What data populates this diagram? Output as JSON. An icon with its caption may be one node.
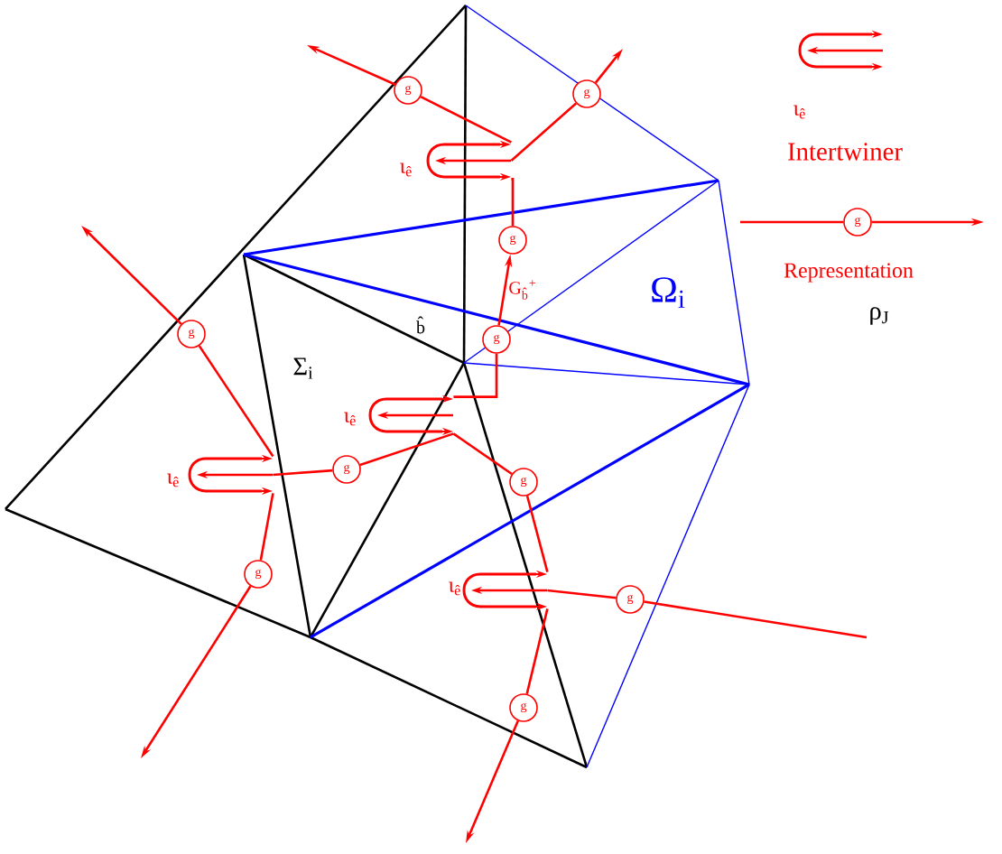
{
  "diagram": {
    "nodes": [
      {
        "text": [
          "g"
        ]
      },
      {
        "text": [
          "g"
        ]
      },
      {
        "text": [],
        "shape": "hook",
        "beside": [
          "ι$_{ê}$",
          "Intertwiner"
        ]
      },
      {
        "text": [],
        "shape": "hook",
        "beside": [
          "ι$_{ê}$"
        ]
      },
      {
        "text": [
          "g"
        ],
        "beside": [
          "Representation",
          "ρ$_{J}$"
        ]
      },
      {
        "text": [
          "g"
        ]
      },
      {
        "text": [
          "g"
        ]
      },
      {
        "text": [
          "g"
        ]
      },
      {
        "text": [],
        "shape": "hook",
        "beside": [
          "ι$_{ê}$"
        ]
      },
      {
        "text": [
          "g"
        ]
      },
      {
        "text": [],
        "shape": "hook",
        "beside": [
          "ι$_{ê}$"
        ]
      },
      {
        "text": [
          "g"
        ]
      },
      {
        "text": [
          "g"
        ]
      },
      {
        "text": [],
        "shape": "hook",
        "beside": [
          "ι$_{ê}$"
        ]
      },
      {
        "text": [
          "g"
        ]
      },
      {
        "text": [
          "g"
        ]
      }
    ],
    "edges": [
      {
        "from": 0,
        "to": null,
        "arrow": "to"
      },
      {
        "from": 3,
        "to": 0,
        "arrow": "none"
      },
      {
        "from": 3,
        "to": 1,
        "arrow": "none"
      },
      {
        "from": 1,
        "to": null,
        "arrow": "to"
      },
      {
        "from": 3,
        "to": 5,
        "arrow": "none"
      },
      {
        "from": 7,
        "to": 5,
        "arrow": "to",
        "label": "G$_{b̂}$$^{+}$"
      },
      {
        "from": 7,
        "to": 8,
        "arrow": "none"
      },
      {
        "from": 8,
        "to": 9,
        "arrow": "none"
      },
      {
        "from": 9,
        "to": 10,
        "arrow": "none"
      },
      {
        "from": 6,
        "to": null,
        "arrow": "to"
      },
      {
        "from": 6,
        "to": 10,
        "arrow": "none"
      },
      {
        "from": 10,
        "to": 12,
        "arrow": "none"
      },
      {
        "from": 12,
        "to": null,
        "arrow": "to"
      },
      {
        "from": 8,
        "to": 11,
        "arrow": "none"
      },
      {
        "from": 11,
        "to": 13,
        "arrow": "none"
      },
      {
        "from": 13,
        "to": 14,
        "arrow": "none"
      },
      {
        "from": 14,
        "to": null,
        "arrow": "none"
      },
      {
        "from": 13,
        "to": 15,
        "arrow": "none"
      },
      {
        "from": 15,
        "to": null,
        "arrow": "to"
      },
      {
        "from": null,
        "to": 4,
        "arrow": "none"
      },
      {
        "from": 4,
        "to": null,
        "arrow": "to"
      }
    ],
    "labels": [
      "Σ$_{i}$",
      "Ω$_{i}$",
      "b̂"
    ]
  }
}
